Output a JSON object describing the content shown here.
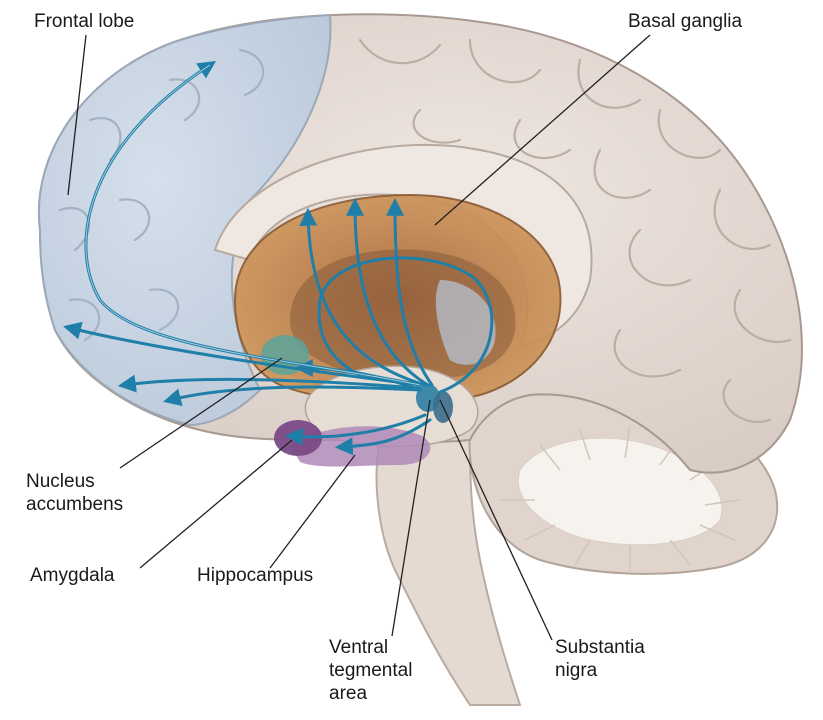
{
  "labels": {
    "frontal_lobe": "Frontal lobe",
    "basal_ganglia": "Basal ganglia",
    "nucleus_accumbens": [
      "Nucleus",
      "accumbens"
    ],
    "amygdala": "Amygdala",
    "hippocampus": "Hippocampus",
    "ventral_tegmental_area": [
      "Ventral",
      "tegmental",
      "area"
    ],
    "substantia_nigra": [
      "Substantia",
      "nigra"
    ]
  },
  "colors": {
    "frontal_lobe": "#c9d5e3",
    "cortex": "#e6dcd6",
    "basal_ganglia": "#c98a4f",
    "pathway": "#1f7fa8",
    "nucleus_accumbens": "#5aa59a",
    "amygdala": "#7a4a86",
    "hippocampus": "#b08ab8",
    "cerebellum": "#f1ece6"
  }
}
